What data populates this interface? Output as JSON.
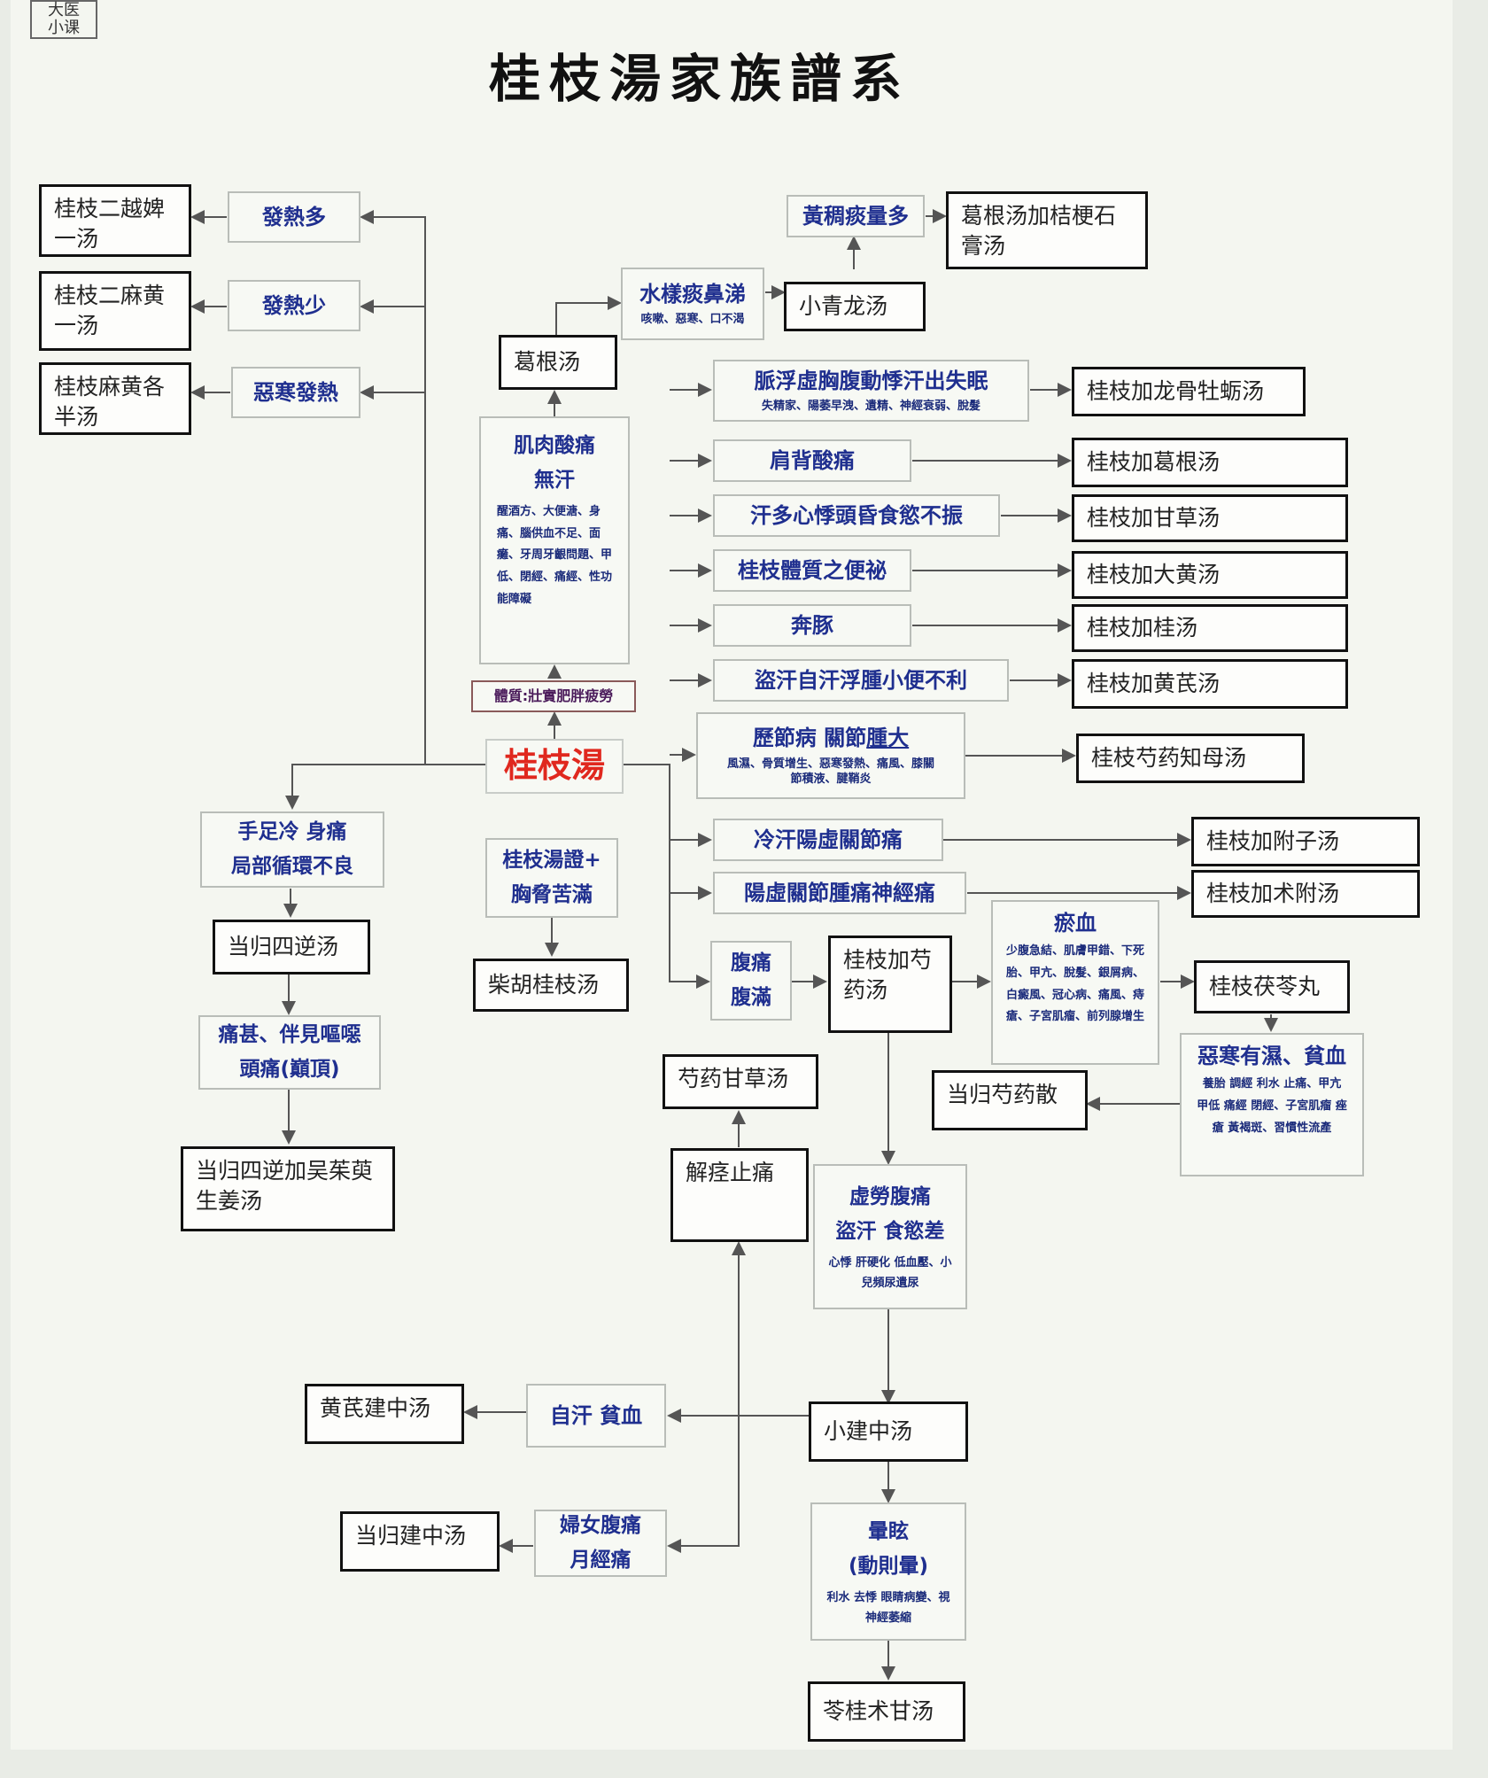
{
  "corner_tag": [
    "大医",
    "小课"
  ],
  "title": "桂枝湯家族譜系",
  "root": "桂枝湯",
  "constitution": "體質:壯實肥胖疲勞",
  "nodes": {
    "fare_duo": "發熱多",
    "fare_shao": "發熱少",
    "wuhan_fare": "惡寒發熱",
    "guizhi_erxuepi": "桂枝二越婢一汤",
    "guizhi_ermahuang": "桂枝二麻黄一汤",
    "guizhi_mahuang_geban": "桂枝麻黄各半汤",
    "gegen_tang": "葛根汤",
    "shuiyang_tan": "水樣痰鼻涕",
    "shuiyang_tan_sub": "咳嗽、惡寒、口不渴",
    "huangchou_tan": "黃稠痰量多",
    "xiaoqinglong": "小青龙汤",
    "gegen_jiegeng": "葛根汤加桔梗石膏汤",
    "jirou": "肌肉酸痛",
    "wuhan": "無汗",
    "jirou_sub": "醒酒方、大便溏、身痛、腦供血不足、面癱、牙周牙齦問題、甲低、閉經、痛經、性功能障礙",
    "maifu": "脈浮虛胸腹動悸汗出失眠",
    "maifu_sub": "失精家、陽萎早洩、遺精、神經衰弱、脫髮",
    "longgu_muli": "桂枝加龙骨牡蛎汤",
    "jianbei": "肩背酸痛",
    "jia_gegen": "桂枝加葛根汤",
    "handuo": "汗多心悸頭昏食慾不振",
    "jia_gancao": "桂枝加甘草汤",
    "bianmi": "桂枝體質之便祕",
    "jia_dahuang": "桂枝加大黄汤",
    "bentun": "奔豚",
    "jia_gui": "桂枝加桂汤",
    "daohan": "盜汗自汗浮腫小便不利",
    "jia_huangqi": "桂枝加黄芪汤",
    "lijie": "歷節病 關節",
    "lijie_u": "腫大",
    "lijie_sub": "風濕、骨質增生、惡寒發熱、痛風、膝關節積液、腱鞘炎",
    "shaoyao_zhimu": "桂枝芍药知母汤",
    "lenghan": "冷汗陽虛關節痛",
    "jia_fuzi": "桂枝加附子汤",
    "yangxu": "陽虛關節腫痛神經痛",
    "jia_zhufu": "桂枝加术附汤",
    "shouzu": "手足冷 身痛",
    "jubu": "局部循環不良",
    "danggui_sini": "当归四逆汤",
    "tongshen": "痛甚、伴見嘔噁",
    "toutong": "頭痛(巔頂)",
    "danggui_wuzhuyu": "当归四逆加吴茱萸生姜汤",
    "guizhi_zheng": "桂枝湯證+",
    "xiongxie": "胸脅苦滿",
    "chaihu_guizhi": "柴胡桂枝汤",
    "futong": "腹痛",
    "fuman": "腹滿",
    "jia_shaoyao": "桂枝加芍药汤",
    "yuxue": "瘀血",
    "yuxue_sub": "少腹急結、肌膚甲錯、下死胎、甲亢、脫髮、銀屑病、白癜風、冠心病、痛風、痔瘡、子宮肌瘤、前列腺增生",
    "fuling_wan": "桂枝茯苓丸",
    "wuhan_shi": "惡寒有濕、貧血",
    "wuhan_shi_sub": "養胎 調經 利水 止痛、甲亢 甲低 痛經 閉經、子宮肌瘤 痤瘡 黃褐斑、習慣性流產",
    "danggui_shaoyao": "当归芍药散",
    "shaoyao_gancao": "芍药甘草汤",
    "jiejing": "解痉止痛",
    "xulao": "虚勞腹痛",
    "daohan_shiyu": "盜汗 食慾差",
    "xulao_sub": "心悸 肝硬化 低血壓、小兒頻尿遺尿",
    "xiaojianzhong": "小建中汤",
    "zihan": "自汗 貧血",
    "huangqi_jianzhong": "黄芪建中汤",
    "funv": "婦女腹痛",
    "yuejing": "月經痛",
    "danggui_jianzhong": "当归建中汤",
    "xuanyun": "暈眩",
    "dongze": "(動則暈)",
    "xuanyun_sub": "利水 去悸 眼睛病變、視神經萎縮",
    "linggui": "苓桂术甘汤"
  }
}
